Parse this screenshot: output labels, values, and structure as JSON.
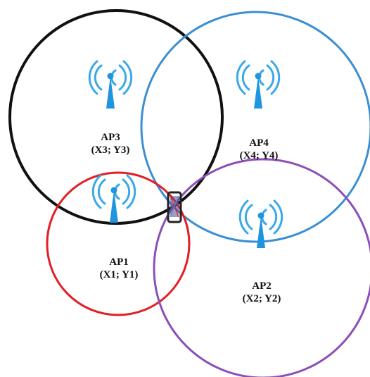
{
  "colors": {
    "ap3_circle": "#111111",
    "ap4_circle": "#3a8fd4",
    "ap1_circle": "#e31f26",
    "ap2_circle": "#8a4fb8",
    "antenna": "#1f95df",
    "wave": "#3aa9e8",
    "device": "#222222"
  },
  "icons": {
    "access_point": "wifi-antenna-icon",
    "device": "smartphone-icon"
  },
  "access_points": [
    {
      "id": "ap3",
      "name": "AP3",
      "coords": "(X3; Y3)"
    },
    {
      "id": "ap4",
      "name": "AP4",
      "coords": "(X4; Y4)"
    },
    {
      "id": "ap1",
      "name": "AP1",
      "coords": "(X1;  Y1)"
    },
    {
      "id": "ap2",
      "name": "AP2",
      "coords": "(X2; Y2)"
    }
  ]
}
